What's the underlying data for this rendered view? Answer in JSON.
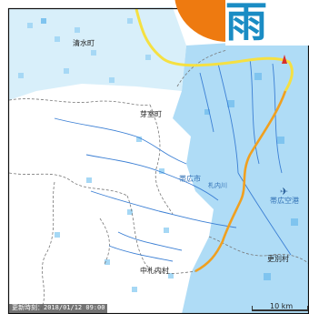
{
  "map": {
    "timestamp": "更新時刻：2018/01/12 09:00",
    "scale_label": "10 km",
    "logo_text": "雨",
    "places": {
      "shimizu": "清水町",
      "memuro": "芽室町",
      "obihiro": "帯広市",
      "satsunai": "札内川",
      "airport": "帯広空港",
      "nakasatsunai": "中札内村",
      "sarabetsu": "更別村"
    },
    "colors": {
      "light_rain": "#a6d8f5",
      "medium_rain": "#7fc4ef",
      "road_yellow": "#f5e042",
      "road_orange": "#f0a020",
      "river": "#3b7fd4"
    },
    "icons": {
      "airport": "airplane-icon"
    }
  }
}
